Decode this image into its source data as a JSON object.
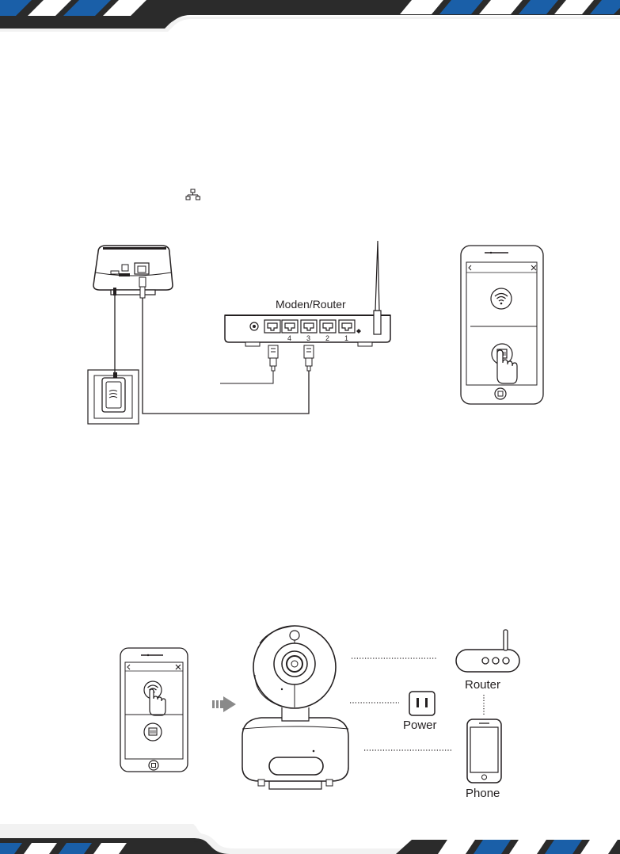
{
  "diagram1": {
    "router_label": "Moden/Router",
    "port_numbers": [
      "4",
      "3",
      "2",
      "1"
    ]
  },
  "diagram2": {
    "router_label": "Router",
    "power_label": "Power",
    "phone_label": "Phone"
  },
  "icons": [
    "lan-icon",
    "wifi-icon",
    "ethernet-icon",
    "hand-pointer-icon",
    "power-outlet-icon",
    "antenna-icon"
  ]
}
